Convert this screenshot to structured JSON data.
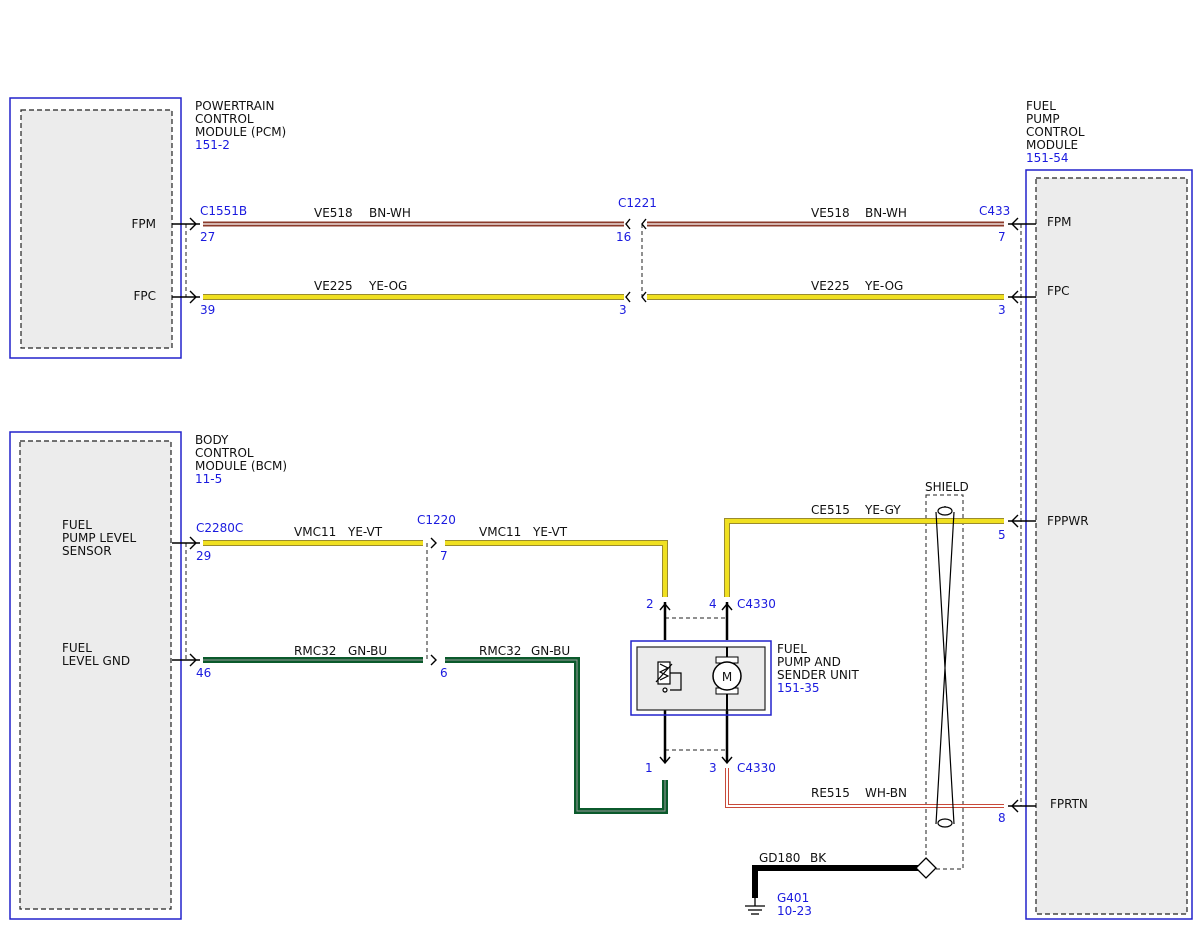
{
  "colors": {
    "module_border": "#2222cc",
    "module_fill": "#ececec",
    "label_blue": "#1a1adf",
    "brown": "#8b3a2a",
    "yellow": "#f0e020",
    "dark_green": "#0b5a2c",
    "gray": "#9a9a9a",
    "white_wire_stripe": "#ffffff",
    "black": "#000000",
    "red_tracer": "#c84a3a",
    "olive_shadow": "#9a8b2e"
  },
  "pcm": {
    "name_lines": [
      "POWERTRAIN",
      "CONTROL",
      "MODULE (PCM)"
    ],
    "ref": "151-2",
    "pin_fpm": "FPM",
    "pin_fpc": "FPC"
  },
  "bcm": {
    "name_lines": [
      "BODY",
      "CONTROL",
      "MODULE (BCM)"
    ],
    "ref": "11-5",
    "pin_sensor_lines": [
      "FUEL",
      "PUMP LEVEL",
      "SENSOR"
    ],
    "pin_gnd_lines": [
      "FUEL",
      "LEVEL GND"
    ]
  },
  "fpcm": {
    "name_lines": [
      "FUEL",
      "PUMP",
      "CONTROL",
      "MODULE"
    ],
    "ref": "151-54",
    "pin_fpm": "FPM",
    "pin_fpc": "FPC",
    "pin_fppwr": "FPPWR",
    "pin_fprtn": "FPRTN"
  },
  "pump_unit": {
    "name_lines": [
      "FUEL",
      "PUMP AND",
      "SENDER UNIT"
    ],
    "ref": "151-35",
    "motor_label": "M"
  },
  "connectors": {
    "c1551b": "C1551B",
    "c1221": "C1221",
    "c433": "C433",
    "c2280c": "C2280C",
    "c1220": "C1220",
    "c4330_top": "C4330",
    "c4330_bottom": "C4330"
  },
  "pins": {
    "pcm_fpm": "27",
    "pcm_fpc": "39",
    "c1221_fpm": "16",
    "c1221_fpc": "3",
    "fpcm_fpm": "7",
    "fpcm_fpc": "3",
    "bcm_sensor": "29",
    "bcm_gnd": "46",
    "c1220_sensor": "7",
    "c1220_gnd": "6",
    "pump_sensor": "2",
    "pump_pwr": "4",
    "pump_gnd": "1",
    "pump_rtn": "3",
    "fpcm_pwr": "5",
    "fpcm_rtn": "8"
  },
  "wires": {
    "fpm_left": {
      "circuit": "VE518",
      "color": "BN-WH"
    },
    "fpm_right": {
      "circuit": "VE518",
      "color": "BN-WH"
    },
    "fpc_left": {
      "circuit": "VE225",
      "color": "YE-OG"
    },
    "fpc_right": {
      "circuit": "VE225",
      "color": "YE-OG"
    },
    "sensor_left": {
      "circuit": "VMC11",
      "color": "YE-VT"
    },
    "sensor_right": {
      "circuit": "VMC11",
      "color": "YE-VT"
    },
    "gnd_left": {
      "circuit": "RMC32",
      "color": "GN-BU"
    },
    "gnd_right": {
      "circuit": "RMC32",
      "color": "GN-BU"
    },
    "pwr": {
      "circuit": "CE515",
      "color": "YE-GY"
    },
    "rtn": {
      "circuit": "RE515",
      "color": "WH-BN"
    },
    "ground": {
      "circuit": "GD180",
      "color": "BK"
    }
  },
  "shield_label": "SHIELD",
  "ground_point": {
    "name": "G401",
    "ref": "10-23"
  }
}
